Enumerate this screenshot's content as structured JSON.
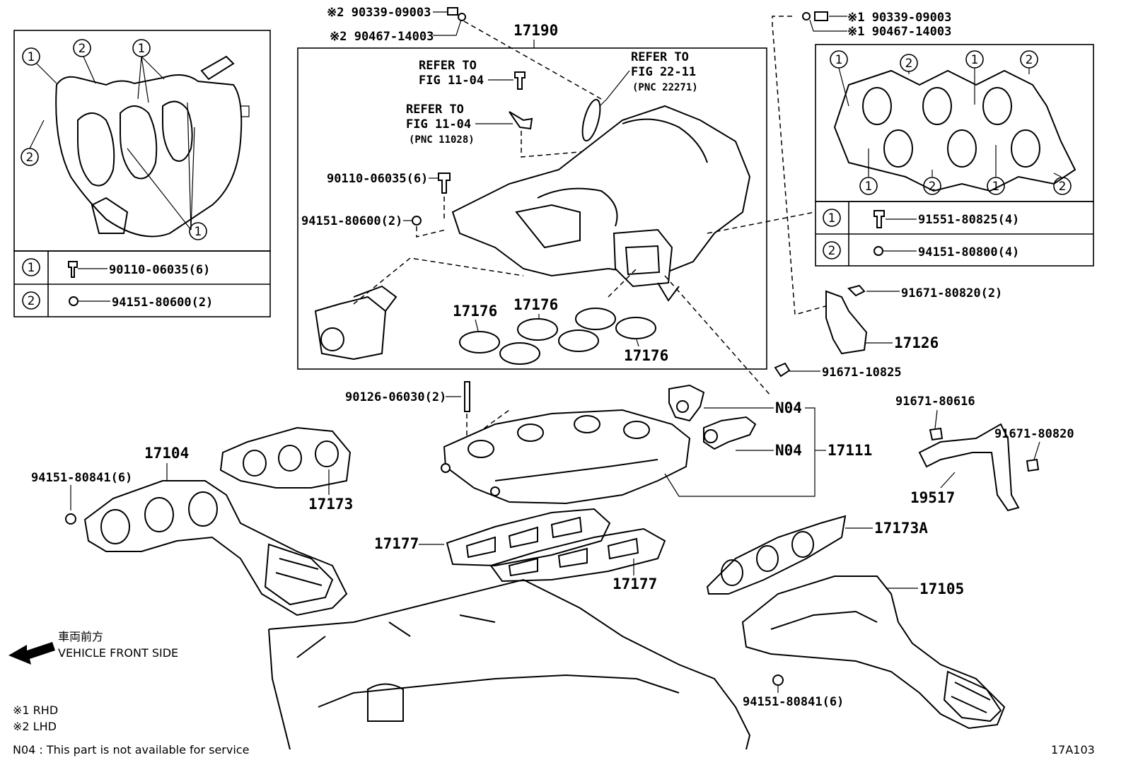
{
  "labels": {
    "p17190": "17190",
    "p90339_lhd": "※2 90339-09003",
    "p90467_lhd": "※2 90467-14003",
    "p90339_rhd": "※1 90339-09003",
    "p90467_rhd": "※1 90467-14003",
    "refer1_a": "REFER TO",
    "refer1_b": "FIG 11-04",
    "refer2_a": "REFER TO",
    "refer2_b": "FIG 11-04",
    "refer2_c": "(PNC 11028)",
    "refer3_a": "REFER TO",
    "refer3_b": "FIG 22-11",
    "refer3_c": "(PNC 22271)",
    "p90110": "90110-06035(6)",
    "p94151_600": "94151-80600(2)",
    "p17176_a": "17176",
    "p17176_b": "17176",
    "p17176_c": "17176",
    "p90126": "90126-06030(2)",
    "p17104": "17104",
    "p94151_841_left": "94151-80841(6)",
    "p17173": "17173",
    "p17177_a": "17177",
    "p17177_b": "17177",
    "p91671_10825": "91671-10825",
    "n04_a": "N04",
    "n04_b": "N04",
    "p17111": "17111",
    "p91671_80820_a": "91671-80820(2)",
    "p17126": "17126",
    "p91671_80616": "91671-80616",
    "p91671_80820_b": "91671-80820",
    "p19517": "19517",
    "p17173a": "17173A",
    "p17105": "17105",
    "p94151_841_right": "94151-80841(6)",
    "front_jp": "車両前方",
    "front_en": "VEHICLE FRONT SIDE",
    "note_rhd": "※1 RHD",
    "note_lhd": "※2 LHD",
    "note_n04": "N04 : This part is not available for service",
    "fig_code": "17A103"
  },
  "left_table": {
    "rows": [
      {
        "num": "1",
        "part": "90110-06035(6)"
      },
      {
        "num": "2",
        "part": "94151-80600(2)"
      }
    ]
  },
  "right_table": {
    "rows": [
      {
        "num": "1",
        "part": "91551-80825(4)"
      },
      {
        "num": "2",
        "part": "94151-80800(4)"
      }
    ]
  },
  "callouts": {
    "one": "1",
    "two": "2"
  }
}
